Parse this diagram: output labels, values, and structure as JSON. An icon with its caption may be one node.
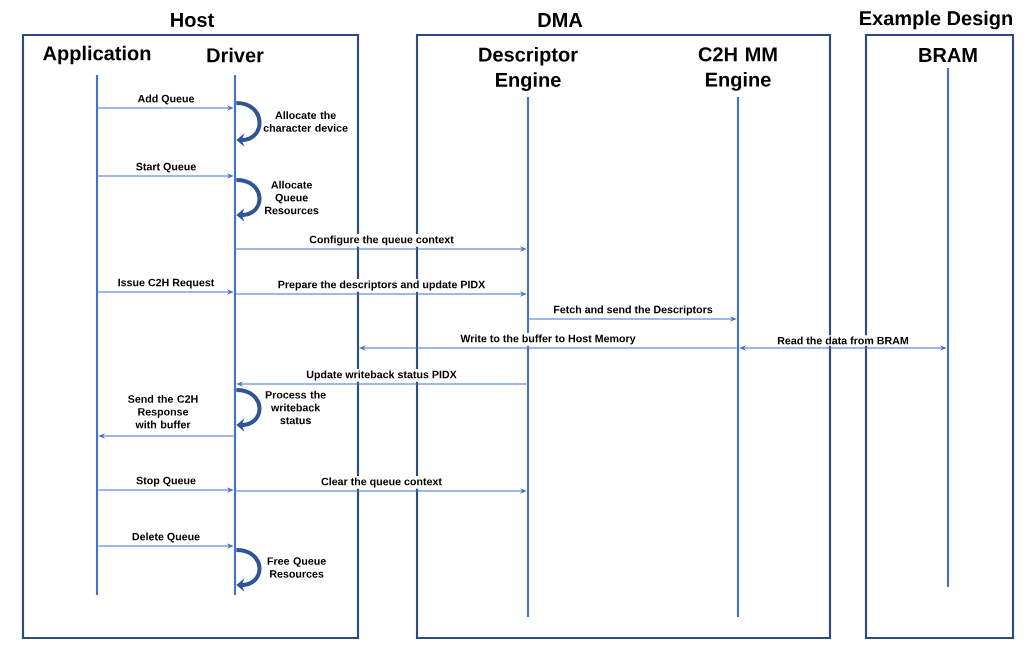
{
  "diagram": {
    "nodes": [
      {
        "text": [
          "Host"
        ]
      },
      {
        "text": [
          "Application"
        ],
        "in": 0
      },
      {
        "text": [
          "Driver"
        ],
        "in": 0
      },
      {
        "text": [
          "DMA"
        ]
      },
      {
        "text": [
          "Descriptor Engine"
        ],
        "in": 3
      },
      {
        "text": [
          "C2H MM Engine"
        ],
        "in": 3
      },
      {
        "text": [
          "Example Design"
        ]
      },
      {
        "text": [
          "BRAM"
        ],
        "in": 6
      }
    ],
    "edges": [
      {
        "from": 1,
        "to": 2,
        "arrow": "to",
        "label": "Add Queue"
      },
      {
        "from": 2,
        "to": 2,
        "arrow": "to",
        "label": "Allocate the character device",
        "style": "thick",
        "color": "#2f5597"
      },
      {
        "from": 1,
        "to": 2,
        "arrow": "to",
        "label": "Start Queue"
      },
      {
        "from": 2,
        "to": 2,
        "arrow": "to",
        "label": "Allocate Queue Resources",
        "style": "thick",
        "color": "#2f5597"
      },
      {
        "from": 2,
        "to": 4,
        "arrow": "to",
        "label": "Configure the queue context"
      },
      {
        "from": 1,
        "to": 2,
        "arrow": "to",
        "label": "Issue C2H Request"
      },
      {
        "from": 2,
        "to": 4,
        "arrow": "to",
        "label": "Prepare the descriptors and update PIDX"
      },
      {
        "from": 4,
        "to": 5,
        "arrow": "to",
        "label": "Fetch and send the Descriptors"
      },
      {
        "from": 5,
        "to": 0,
        "arrow": "to",
        "label": "Write to the buffer to Host Memory"
      },
      {
        "from": 5,
        "to": 7,
        "arrow": "both",
        "label": "Read the data from BRAM"
      },
      {
        "from": 4,
        "to": 2,
        "arrow": "to",
        "label": "Update writeback status PIDX"
      },
      {
        "from": 2,
        "to": 2,
        "arrow": "to",
        "label": "Process the writeback status",
        "style": "thick",
        "color": "#2f5597"
      },
      {
        "from": 2,
        "to": 1,
        "arrow": "to",
        "label": "Send the C2H Response with buffer"
      },
      {
        "from": 1,
        "to": 2,
        "arrow": "to",
        "label": "Stop Queue"
      },
      {
        "from": 2,
        "to": 4,
        "arrow": "to",
        "label": "Clear the queue context"
      },
      {
        "from": 1,
        "to": 2,
        "arrow": "to",
        "label": "Delete Queue"
      },
      {
        "from": 2,
        "to": 2,
        "arrow": "to",
        "label": "Free Queue Resources",
        "style": "thick",
        "color": "#2f5597"
      }
    ]
  }
}
